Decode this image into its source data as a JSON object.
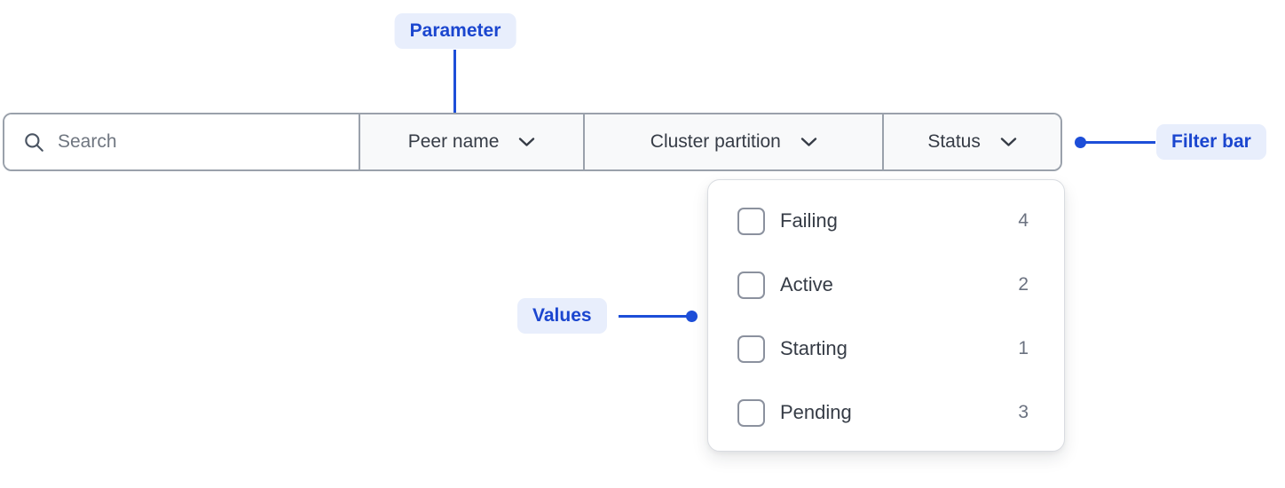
{
  "annotations": {
    "parameter_label": "Parameter",
    "filter_bar_label": "Filter bar",
    "values_label": "Values"
  },
  "filter_bar": {
    "search_placeholder": "Search",
    "parameters": [
      {
        "label": "Peer name"
      },
      {
        "label": "Cluster partition"
      },
      {
        "label": "Status"
      }
    ]
  },
  "status_dropdown": {
    "options": [
      {
        "label": "Failing",
        "count": "4",
        "checked": false
      },
      {
        "label": "Active",
        "count": "2",
        "checked": false
      },
      {
        "label": "Starting",
        "count": "1",
        "checked": false
      },
      {
        "label": "Pending",
        "count": "3",
        "checked": false
      }
    ]
  },
  "colors": {
    "annotation_blue": "#1d4ed8",
    "annotation_badge_bg": "#e8eefc",
    "bar_border_gray": "#9aa1ab",
    "section_bg": "#f8f9fa",
    "panel_border": "#d9dce1",
    "text_dark": "#363c46",
    "text_muted": "#6b7280"
  }
}
